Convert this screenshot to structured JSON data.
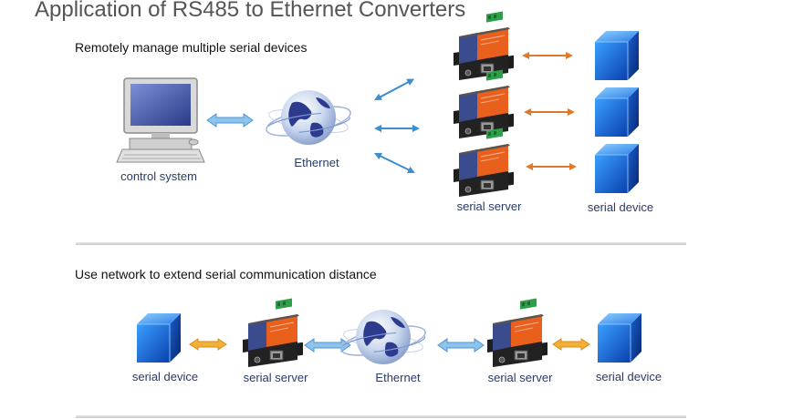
{
  "title": "Application of RS485 to Ethernet Converters",
  "section1": {
    "heading": "Remotely manage multiple serial devices",
    "control_system_label": "control system",
    "ethernet_label": "Ethernet",
    "serial_server_label": "serial server",
    "serial_device_label": "serial device"
  },
  "section2": {
    "heading": "Use network to extend serial communication distance",
    "serial_device_left_label": "serial device",
    "serial_server_left_label": "serial server",
    "ethernet_label": "Ethernet",
    "serial_server_right_label": "serial server",
    "serial_device_right_label": "serial device"
  },
  "colors": {
    "network_arrow": "#3a8fd0",
    "serial_arrow": "#e07a2a",
    "serial_arrow_light": "#f0a030",
    "device_cube": "#1565d8",
    "server_orange": "#e8601c",
    "server_blue": "#3b4c8e",
    "terminal_green": "#2f9e4a"
  },
  "icons": [
    "computer-icon",
    "globe-icon",
    "serial-server-icon",
    "cube-icon",
    "double-arrow-icon"
  ]
}
